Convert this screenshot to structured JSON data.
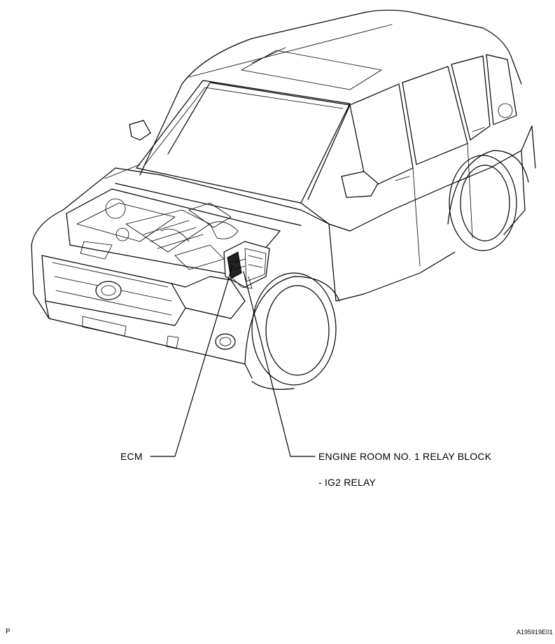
{
  "labels": {
    "ecm": "ECM",
    "relay_block": "ENGINE ROOM NO. 1 RELAY BLOCK",
    "ig2_relay": "- IG2 RELAY"
  },
  "footer": {
    "page_mark": "P",
    "figure_code": "A195919E01"
  }
}
